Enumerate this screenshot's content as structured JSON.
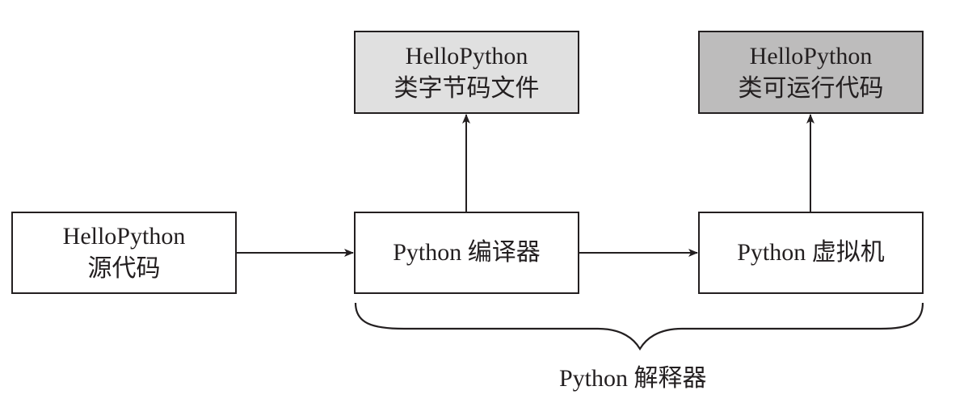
{
  "nodes": {
    "source": {
      "line1": "HelloPython",
      "line2": "源代码",
      "fill": "#ffffff"
    },
    "compiler": {
      "line1": "Python 编译器",
      "fill": "#ffffff"
    },
    "vm": {
      "line1": "Python 虚拟机",
      "fill": "#ffffff"
    },
    "bytecode": {
      "line1": "HelloPython",
      "line2": "类字节码文件",
      "fill": "#e0e0e0"
    },
    "runnable": {
      "line1": "HelloPython",
      "line2": "类可运行代码",
      "fill": "#bdbcbc"
    }
  },
  "edges": [
    {
      "from": "source",
      "to": "compiler"
    },
    {
      "from": "compiler",
      "to": "vm"
    },
    {
      "from": "compiler",
      "to": "bytecode"
    },
    {
      "from": "vm",
      "to": "runnable"
    }
  ],
  "group": {
    "label": "Python 解释器",
    "members": [
      "compiler",
      "vm"
    ]
  }
}
